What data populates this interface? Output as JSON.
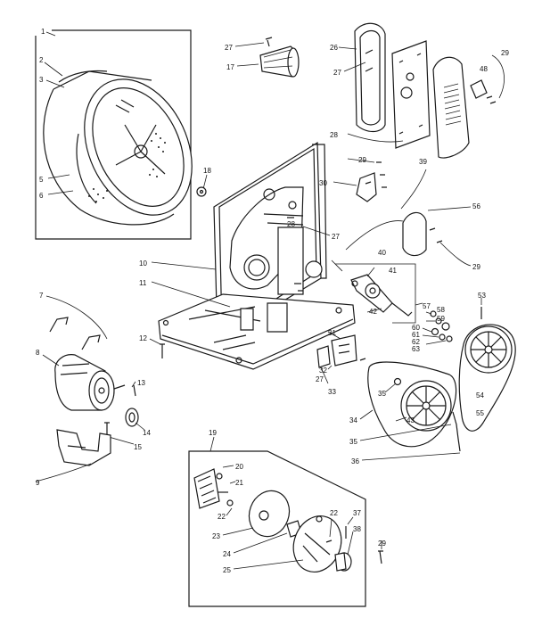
{
  "diagram": {
    "labels": [
      {
        "id": "l1",
        "text": "1"
      },
      {
        "id": "l2",
        "text": "2"
      },
      {
        "id": "l3",
        "text": "3"
      },
      {
        "id": "l5",
        "text": "5"
      },
      {
        "id": "l6",
        "text": "6"
      },
      {
        "id": "l7",
        "text": "7"
      },
      {
        "id": "l8",
        "text": "8"
      },
      {
        "id": "l9",
        "text": "9"
      },
      {
        "id": "l10",
        "text": "10"
      },
      {
        "id": "l11",
        "text": "11"
      },
      {
        "id": "l12",
        "text": "12"
      },
      {
        "id": "l13",
        "text": "13"
      },
      {
        "id": "l14",
        "text": "14"
      },
      {
        "id": "l15",
        "text": "15"
      },
      {
        "id": "l17",
        "text": "17"
      },
      {
        "id": "l18",
        "text": "18"
      },
      {
        "id": "l19",
        "text": "19"
      },
      {
        "id": "l20",
        "text": "20"
      },
      {
        "id": "l21",
        "text": "21"
      },
      {
        "id": "l22a",
        "text": "22"
      },
      {
        "id": "l22b",
        "text": "22"
      },
      {
        "id": "l23",
        "text": "23"
      },
      {
        "id": "l24",
        "text": "24"
      },
      {
        "id": "l25",
        "text": "25"
      },
      {
        "id": "l26",
        "text": "26"
      },
      {
        "id": "l27a",
        "text": "27"
      },
      {
        "id": "l27b",
        "text": "27"
      },
      {
        "id": "l27c",
        "text": "27"
      },
      {
        "id": "l27d",
        "text": "27"
      },
      {
        "id": "l28",
        "text": "28"
      },
      {
        "id": "l29a",
        "text": "29"
      },
      {
        "id": "l29b",
        "text": "29"
      },
      {
        "id": "l29c",
        "text": "29"
      },
      {
        "id": "l29d",
        "text": "29"
      },
      {
        "id": "l30",
        "text": "30"
      },
      {
        "id": "l31",
        "text": "31"
      },
      {
        "id": "l32",
        "text": "32"
      },
      {
        "id": "l33",
        "text": "33"
      },
      {
        "id": "l34",
        "text": "34"
      },
      {
        "id": "l35",
        "text": "35"
      },
      {
        "id": "l35b",
        "text": "35"
      },
      {
        "id": "l36",
        "text": "36"
      },
      {
        "id": "l37",
        "text": "37"
      },
      {
        "id": "l38",
        "text": "38"
      },
      {
        "id": "l39",
        "text": "39"
      },
      {
        "id": "l40",
        "text": "40"
      },
      {
        "id": "l41",
        "text": "41"
      },
      {
        "id": "l42",
        "text": "42"
      },
      {
        "id": "l43",
        "text": "43"
      },
      {
        "id": "l48",
        "text": "48"
      },
      {
        "id": "l53",
        "text": "53"
      },
      {
        "id": "l54",
        "text": "54"
      },
      {
        "id": "l55",
        "text": "55"
      },
      {
        "id": "l56",
        "text": "56"
      },
      {
        "id": "l57",
        "text": "57"
      },
      {
        "id": "l58",
        "text": "58"
      },
      {
        "id": "l59",
        "text": "59"
      },
      {
        "id": "l60",
        "text": "60"
      },
      {
        "id": "l61",
        "text": "61"
      },
      {
        "id": "l62",
        "text": "62"
      },
      {
        "id": "l63",
        "text": "63"
      },
      {
        "id": "l28b",
        "text": "28"
      }
    ]
  }
}
